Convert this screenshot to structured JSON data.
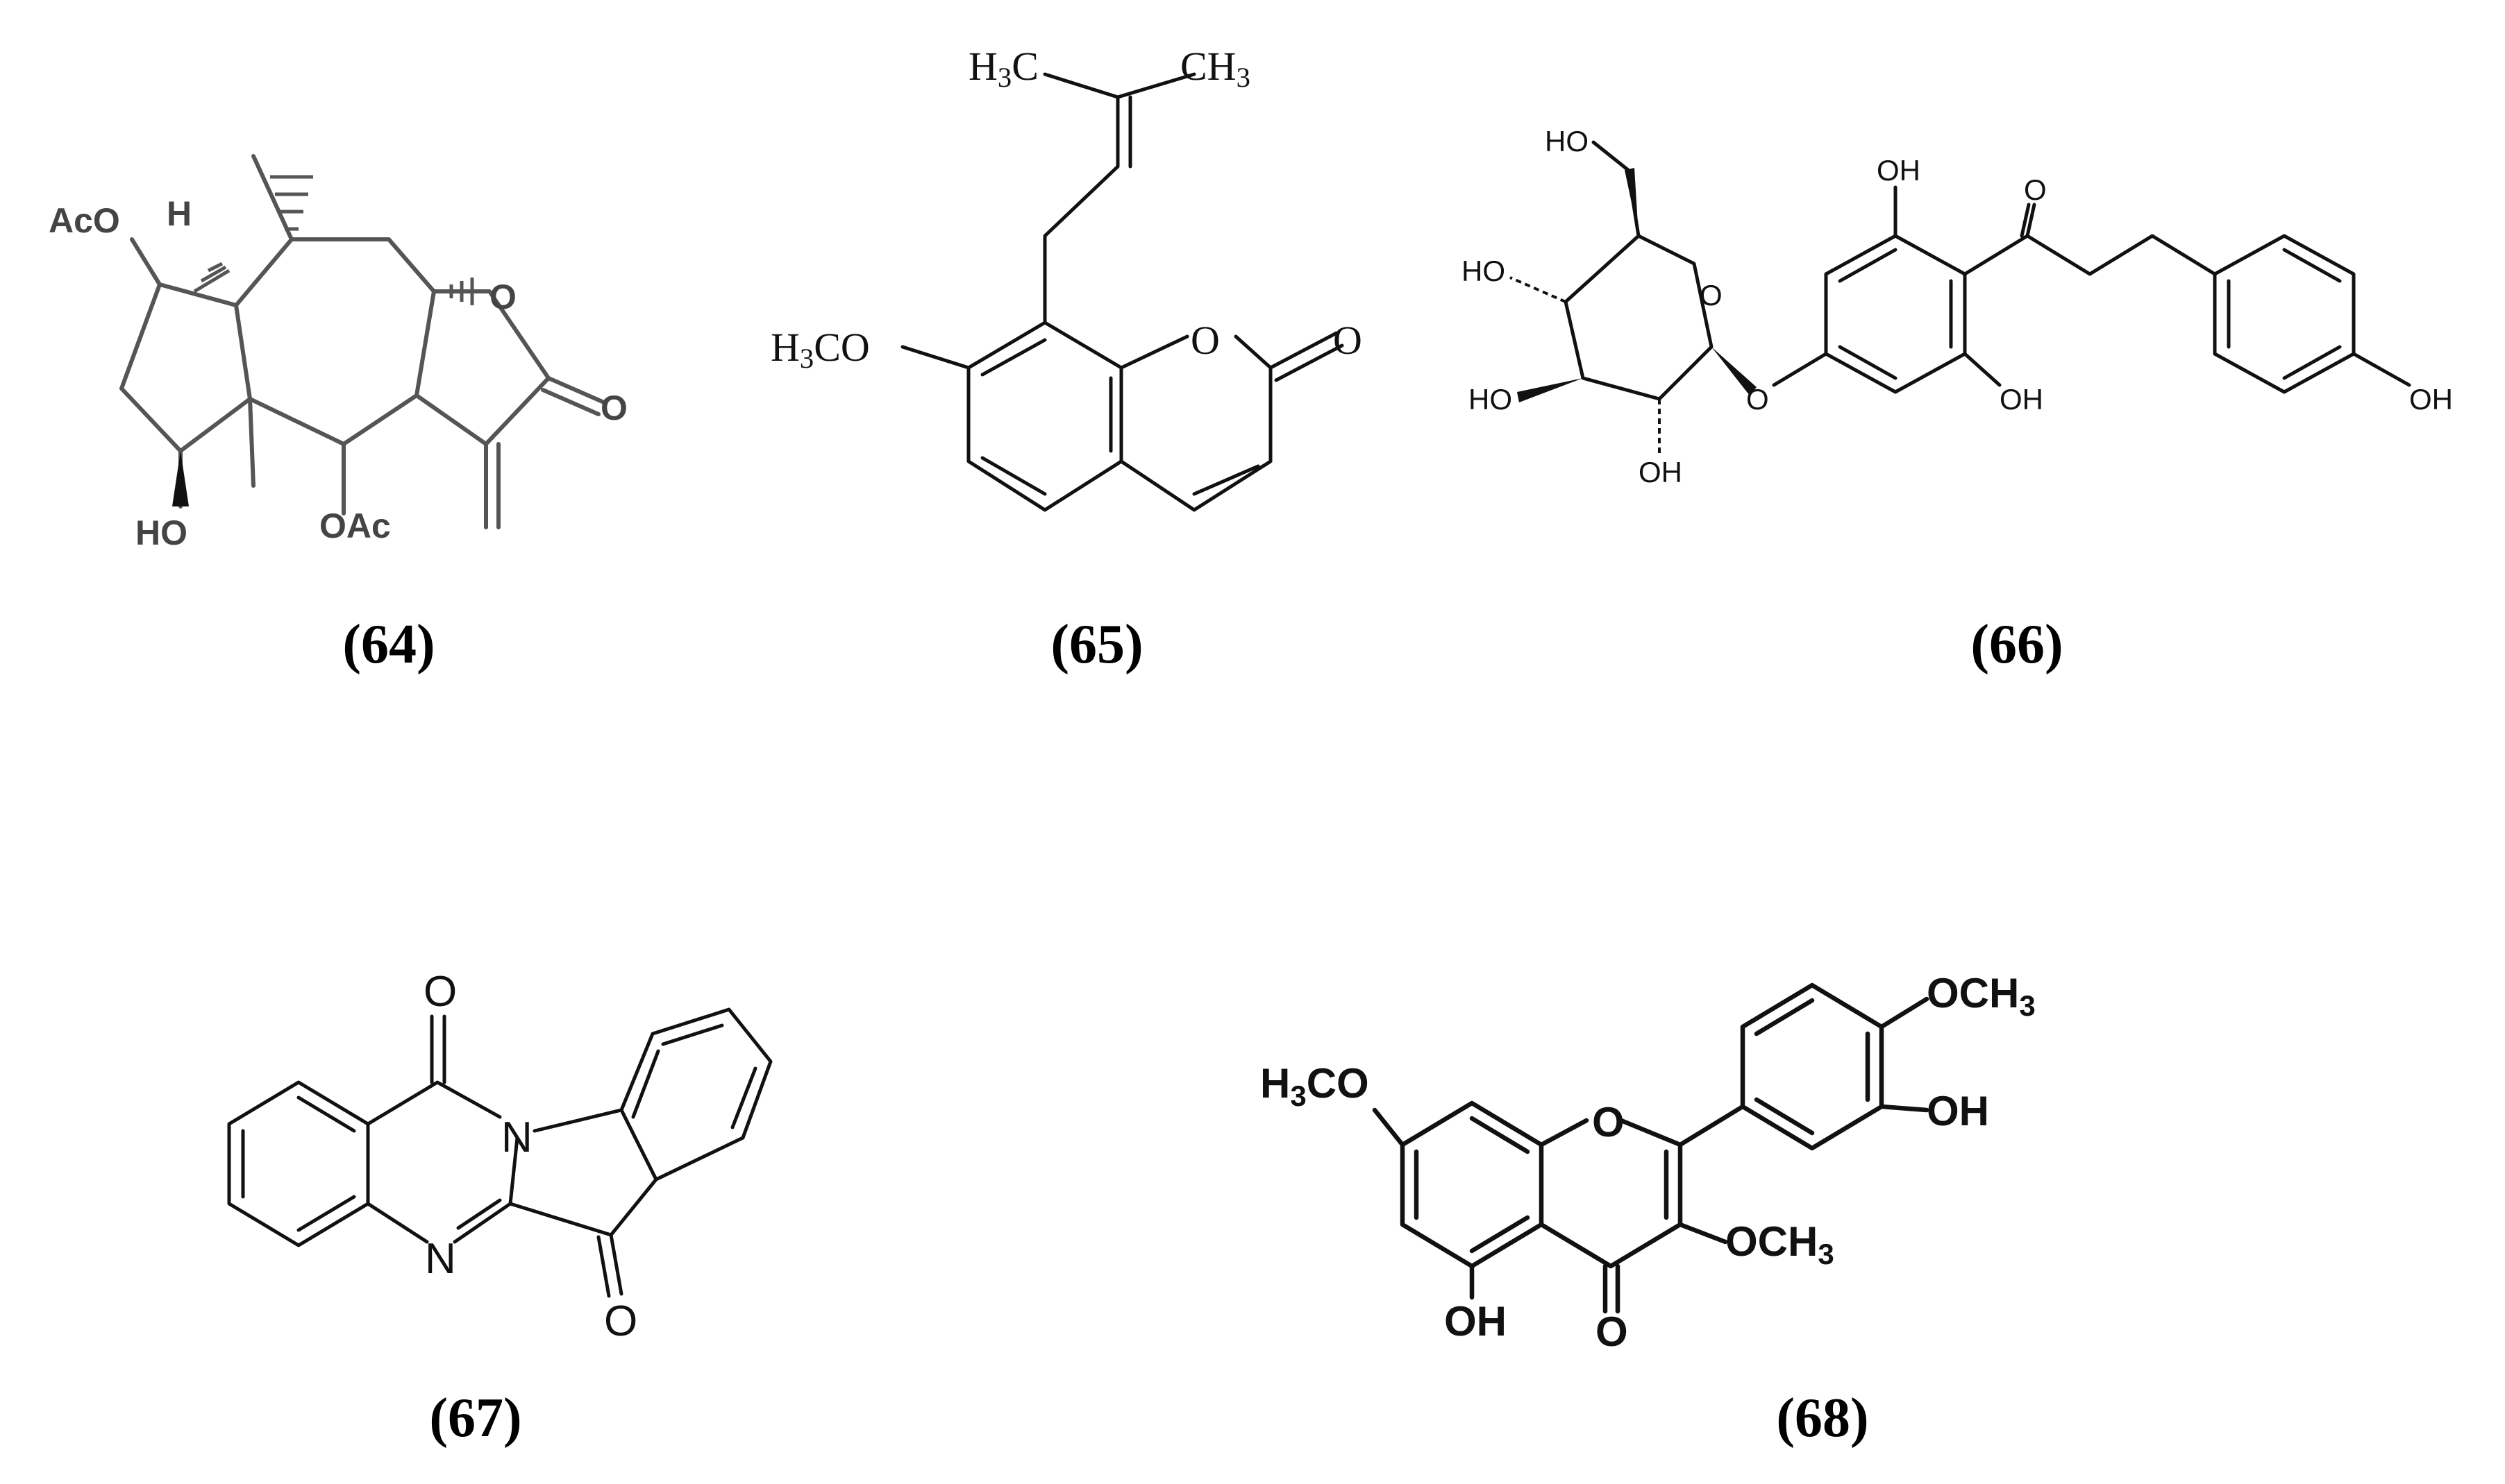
{
  "compounds": [
    {
      "label": "(64)",
      "atoms": {
        "aco": "AcO",
        "h": "H",
        "ho": "HO",
        "oac": "OAc",
        "o_ring": "O",
        "o_carbonyl": "O"
      }
    },
    {
      "label": "(65)",
      "atoms": {
        "h3c": "H",
        "h3c_sub": "3",
        "h3c_c": "C",
        "ch3": "CH",
        "ch3_sub": "3",
        "h3co": "H",
        "h3co_sub": "3",
        "h3co_co": "CO",
        "o_ring": "O",
        "o_carbonyl": "O"
      }
    },
    {
      "label": "(66)",
      "atoms": {
        "ho_ch2": "HO",
        "ho_4": "HO",
        "ho_3": "HO",
        "oh_2": "OH",
        "o_ring": "O",
        "o_link": "O",
        "oh_top": "OH",
        "oh_bottom": "OH",
        "o_ketone": "O",
        "oh_phenol": "OH"
      }
    },
    {
      "label": "(67)",
      "atoms": {
        "o_top": "O",
        "n_ring": "N",
        "n_bottom": "N",
        "o_bottom": "O"
      }
    },
    {
      "label": "(68)",
      "atoms": {
        "h3co": "H",
        "h3co_sub": "3",
        "h3co_co": "CO",
        "o_ring": "O",
        "och3_top": "OCH",
        "och3_top_sub": "3",
        "oh_b": "OH",
        "och3_3": "OCH",
        "och3_3_sub": "3",
        "oh_5": "OH",
        "o_carbonyl": "O"
      }
    }
  ]
}
